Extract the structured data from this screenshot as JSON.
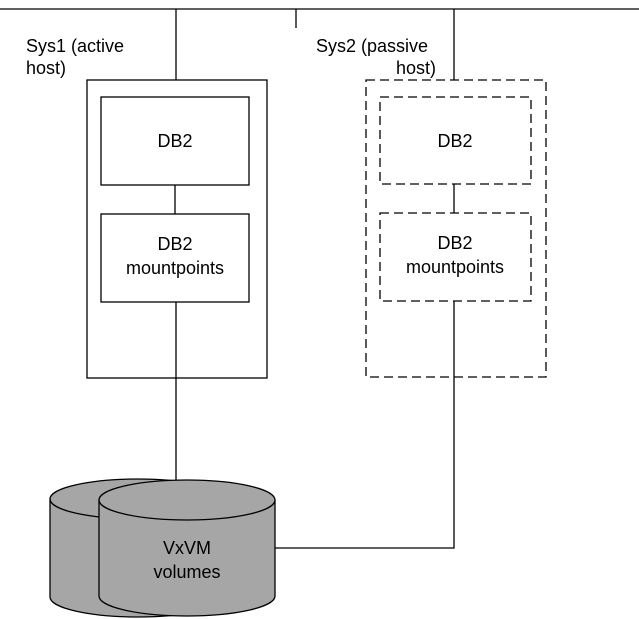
{
  "hosts": {
    "sys1": {
      "label_lines": [
        "Sys1 (active",
        "host)"
      ],
      "db2_label": "DB2",
      "mount_label_lines": [
        "DB2",
        "mountpoints"
      ],
      "state": "active"
    },
    "sys2": {
      "label_lines": [
        "Sys2 (passive",
        "host)"
      ],
      "db2_label": "DB2",
      "mount_label_lines": [
        "DB2",
        "mountpoints"
      ],
      "state": "passive"
    }
  },
  "storage": {
    "label_lines": [
      "VxVM",
      "volumes"
    ]
  },
  "colors": {
    "line": "#000000",
    "cylinder_fill": "#a6a6a6",
    "box_fill": "#ffffff"
  }
}
